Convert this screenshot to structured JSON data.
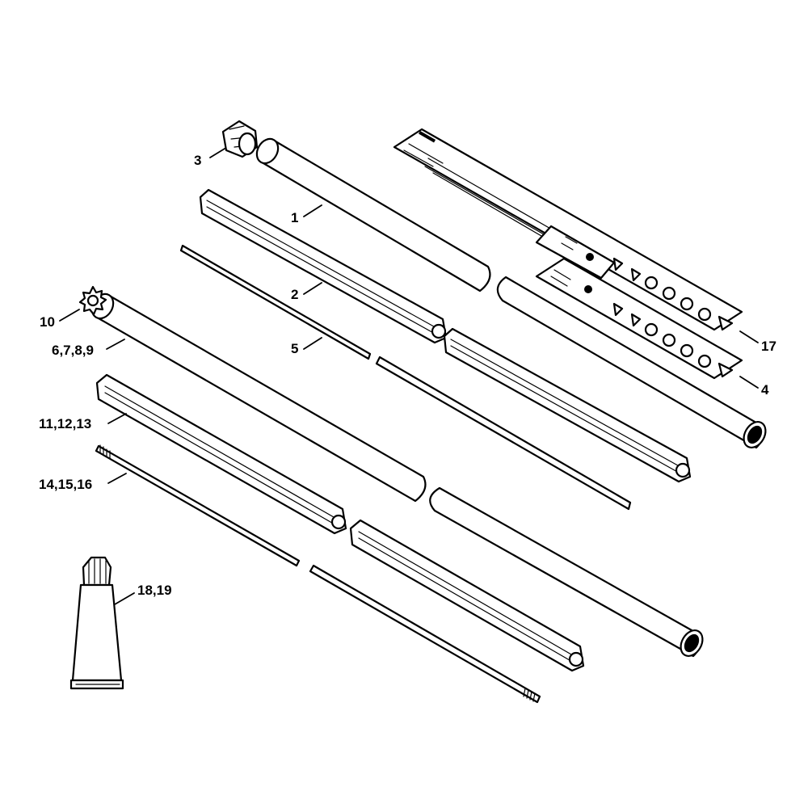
{
  "callouts": {
    "c1": "1",
    "c2": "2",
    "c3": "3",
    "c4": "4",
    "c5": "5",
    "c6": "6,7,8,9",
    "c10": "10",
    "c11": "11,12,13",
    "c14": "14,15,16",
    "c17": "17",
    "c18": "18,19"
  },
  "colors": {
    "line": "#000000",
    "background": "#ffffff"
  }
}
